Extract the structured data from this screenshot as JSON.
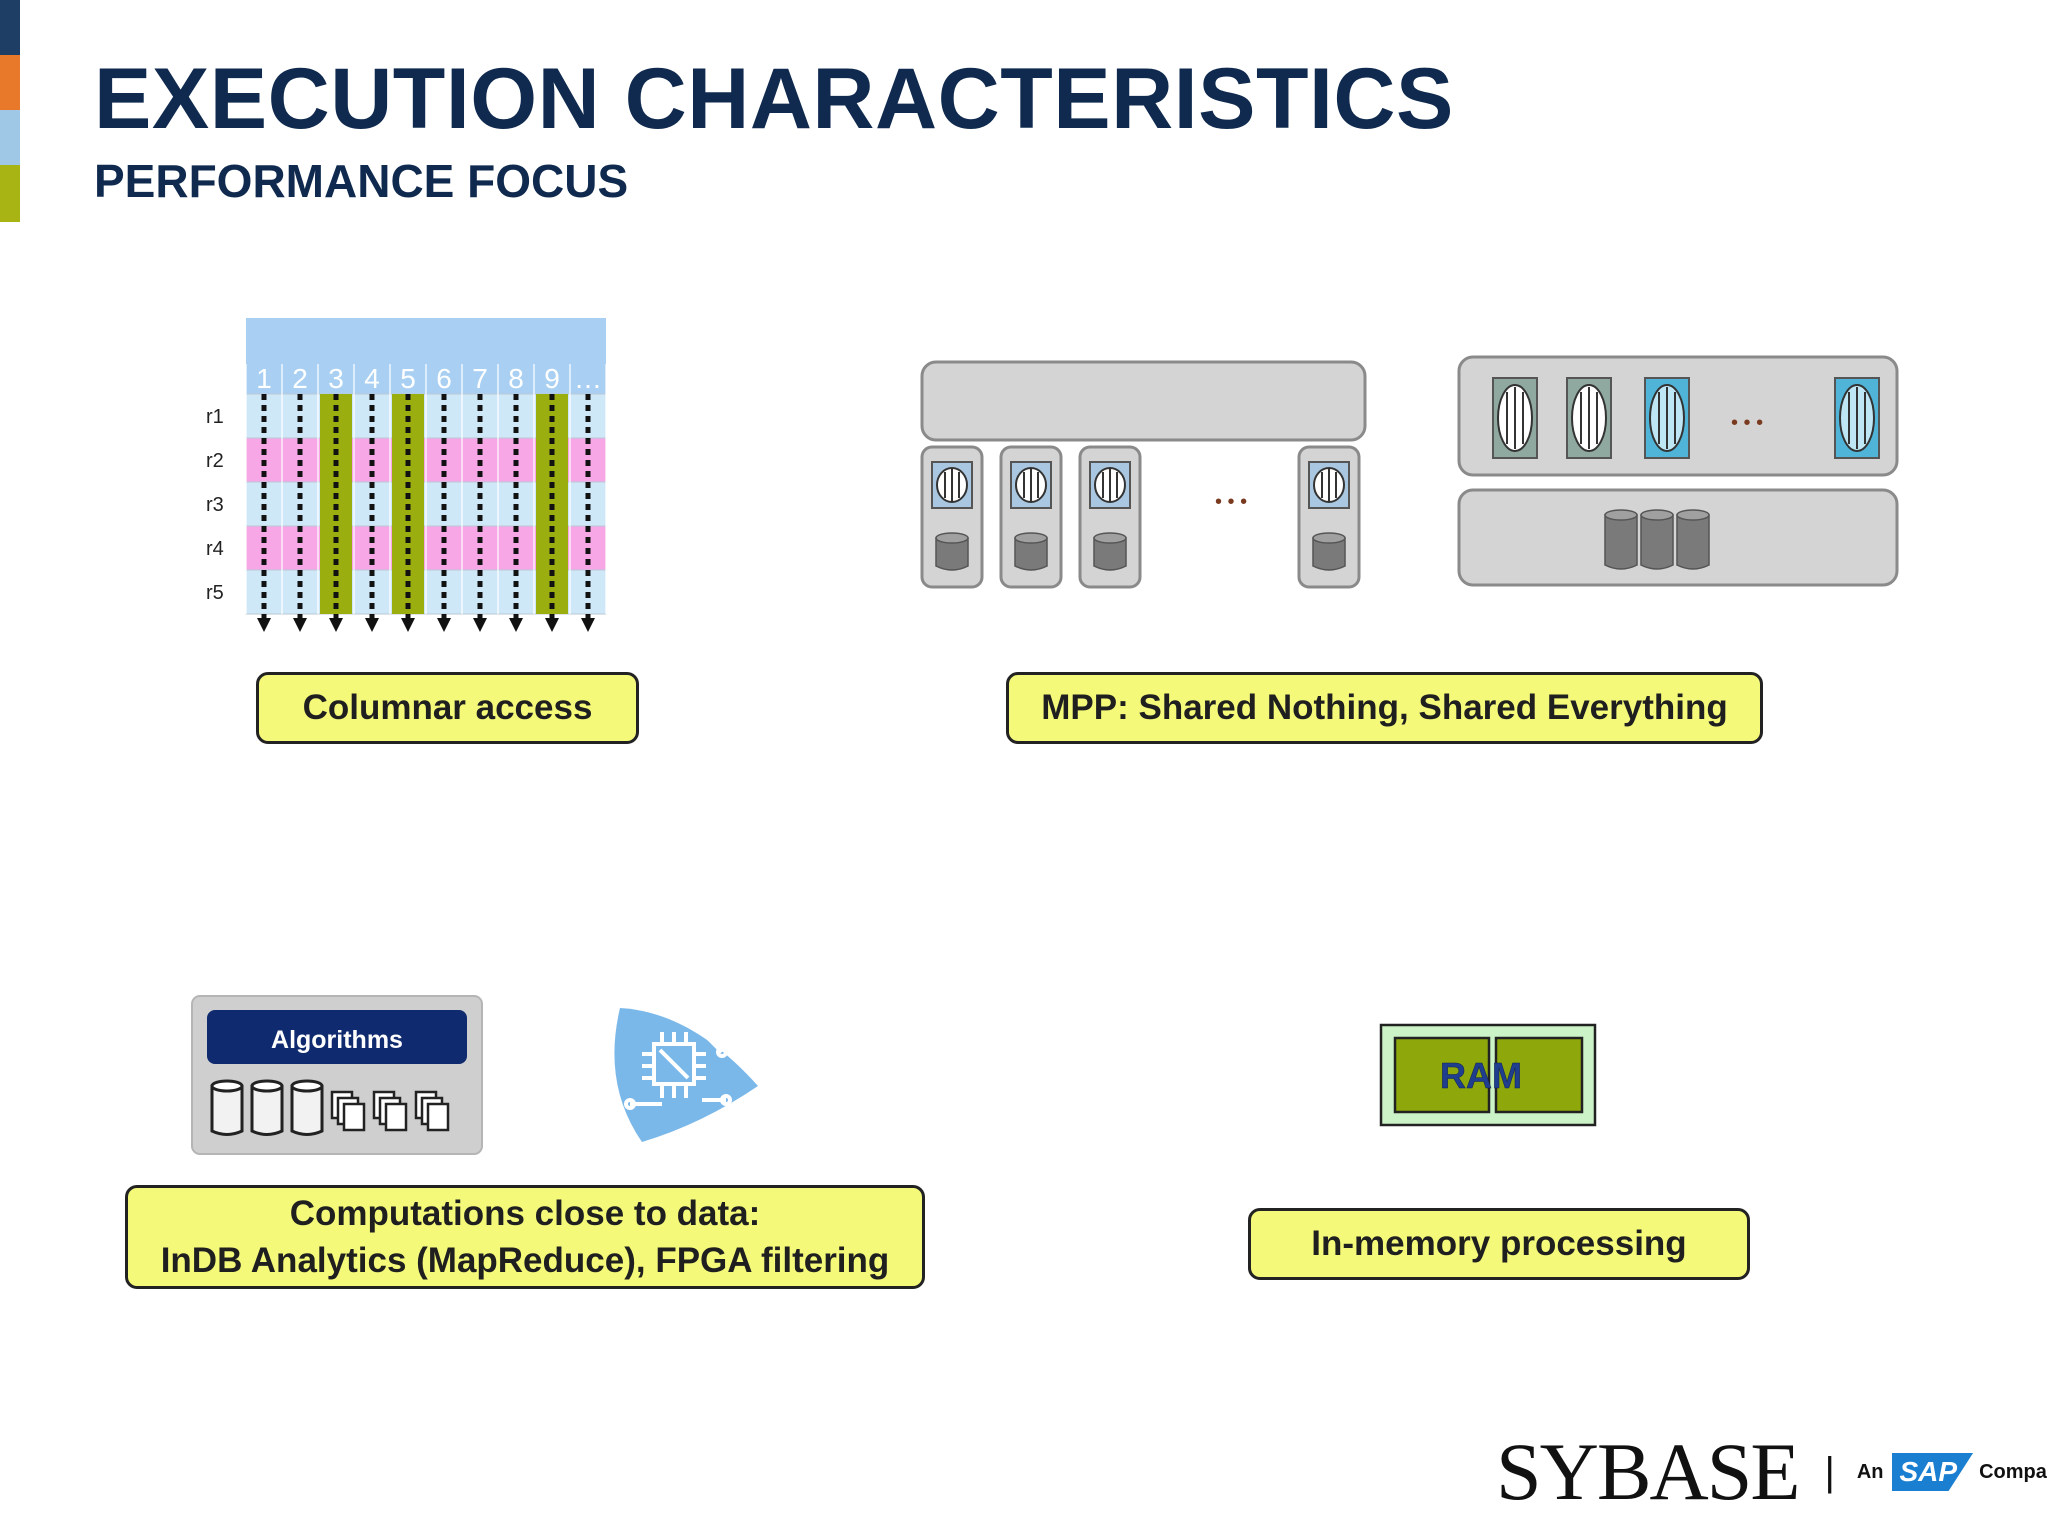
{
  "slide": {
    "title": "EXECUTION CHARACTERISTICS",
    "subtitle": "PERFORMANCE FOCUS",
    "accent_colors": [
      "#1f3e66",
      "#e8782a",
      "#9fc7e6",
      "#a7b414"
    ]
  },
  "columnar": {
    "column_labels": [
      "1",
      "2",
      "3",
      "4",
      "5",
      "6",
      "7",
      "8",
      "9",
      "…"
    ],
    "row_labels": [
      "r1",
      "r2",
      "r3",
      "r4",
      "r5"
    ],
    "highlight_color": "#9aae10",
    "row_colors": [
      "#cfe8f7",
      "#f7a6e6",
      "#cfe8f7",
      "#f7a6e6",
      "#cfe8f7"
    ],
    "caption": "Columnar access"
  },
  "mpp": {
    "caption": "MPP: Shared Nothing, Shared Everything",
    "ellipsis": "• • •"
  },
  "computations": {
    "algorithms_label": "Algorithms",
    "caption_lines": [
      "Computations close to data:",
      "InDB Analytics (MapReduce), FPGA filtering"
    ]
  },
  "in_memory": {
    "ram_label": "RAM",
    "caption": "In-memory processing"
  },
  "footer": {
    "brand": "SYBASE",
    "separator": "|",
    "an": "An",
    "sap": "SAP",
    "company": "Company"
  }
}
